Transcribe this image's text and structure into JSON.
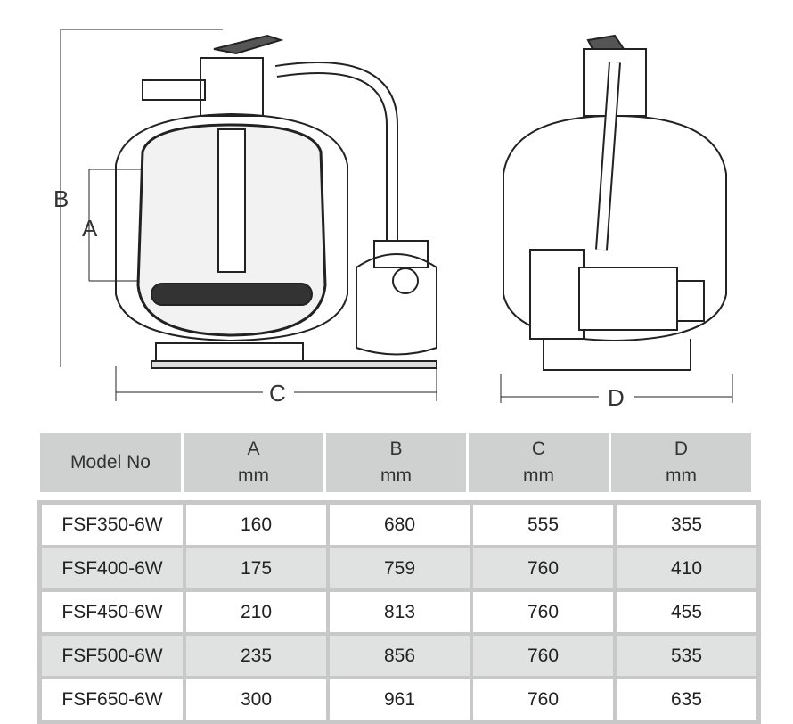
{
  "diagram": {
    "labels": {
      "a": "A",
      "b": "B",
      "c": "C",
      "d": "D"
    }
  },
  "table": {
    "headers": [
      {
        "name": "Model No",
        "unit": ""
      },
      {
        "name": "A",
        "unit": "mm"
      },
      {
        "name": "B",
        "unit": "mm"
      },
      {
        "name": "C",
        "unit": "mm"
      },
      {
        "name": "D",
        "unit": "mm"
      }
    ],
    "rows": [
      [
        "FSF350-6W",
        "160",
        "680",
        "555",
        "355"
      ],
      [
        "FSF400-6W",
        "175",
        "759",
        "760",
        "410"
      ],
      [
        "FSF450-6W",
        "210",
        "813",
        "760",
        "455"
      ],
      [
        "FSF500-6W",
        "235",
        "856",
        "760",
        "535"
      ],
      [
        "FSF650-6W",
        "300",
        "961",
        "760",
        "635"
      ]
    ]
  }
}
